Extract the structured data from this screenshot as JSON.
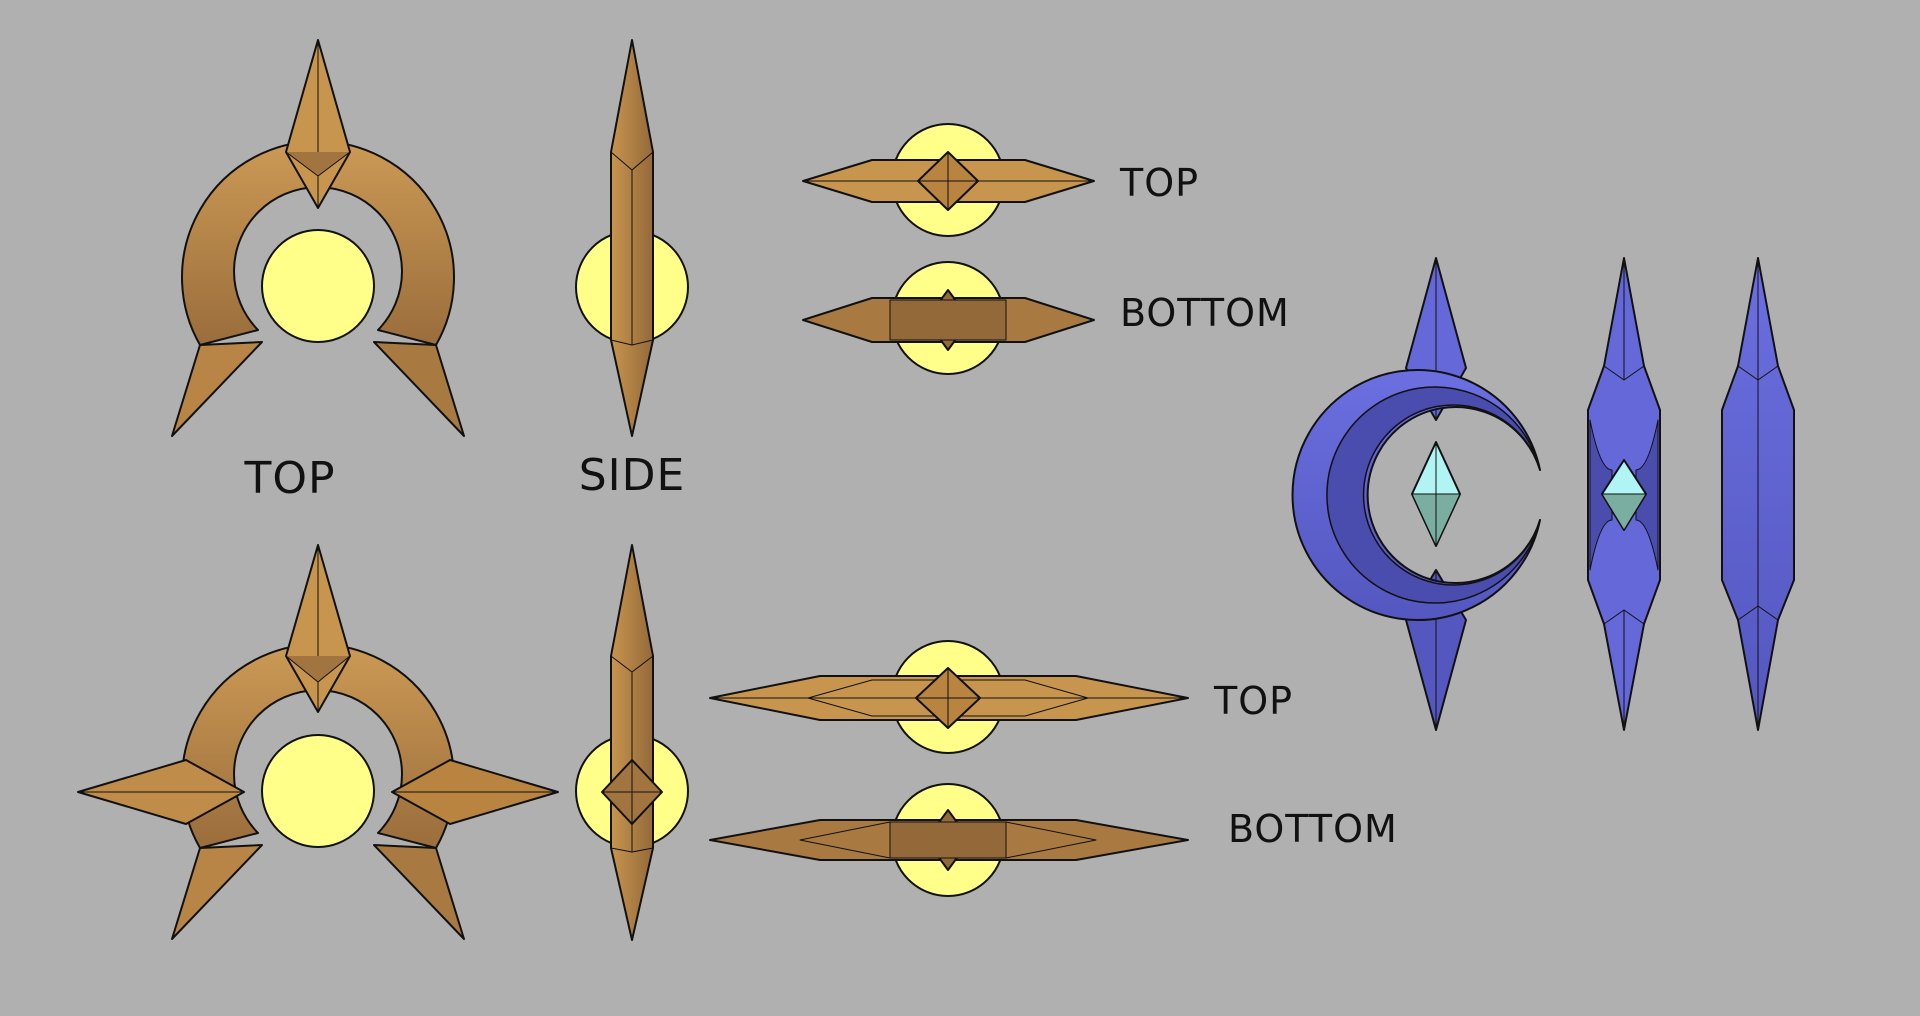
{
  "labels": {
    "row1_top": "TOP",
    "row1_side": "SIDE",
    "row1_flat_top": "TOP",
    "row1_flat_bottom": "BOTTOM",
    "row2_flat_top": "TOP",
    "row2_flat_bottom": "BOTTOM"
  },
  "colors": {
    "background": "#b0b0b0",
    "gold_light": "#c8954f",
    "gold_dark": "#94693a",
    "glow": "#ffff8a",
    "violet": "#6468d8",
    "violet_dark": "#4a4cae",
    "gem_light": "#b0f4f4",
    "gem_dark": "#7aaea0",
    "outline": "#111111"
  }
}
